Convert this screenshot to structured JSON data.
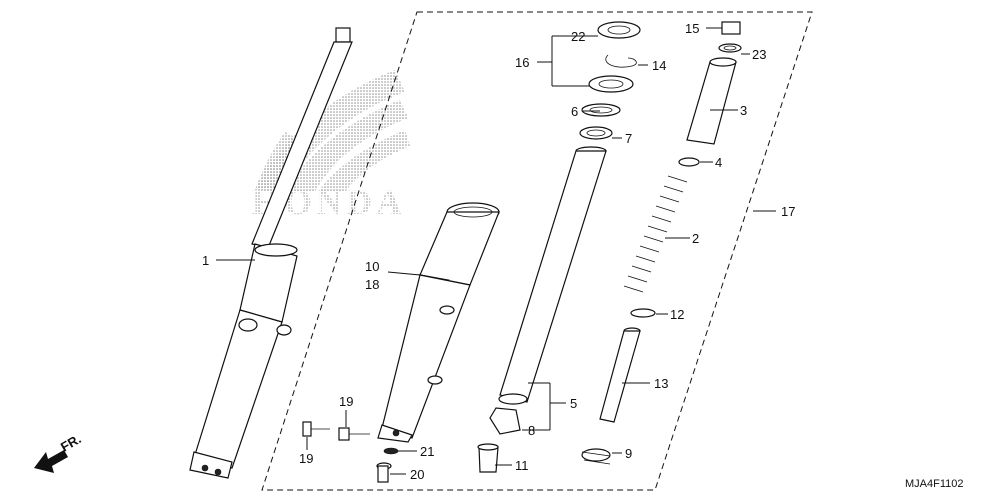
{
  "diagram": {
    "brand_watermark": "HONDA",
    "code": "MJA4F1102",
    "front_label": "FR.",
    "labels": {
      "p1": "1",
      "p2": "2",
      "p3": "3",
      "p4": "4",
      "p5": "5",
      "p6": "6",
      "p7": "7",
      "p8": "8",
      "p9": "9",
      "p10": "10",
      "p11": "11",
      "p12": "12",
      "p13": "13",
      "p14": "14",
      "p15": "15",
      "p16": "16",
      "p17": "17",
      "p18": "18",
      "p19a": "19",
      "p19b": "19",
      "p20": "20",
      "p21": "21",
      "p22": "22",
      "p23": "23"
    }
  }
}
